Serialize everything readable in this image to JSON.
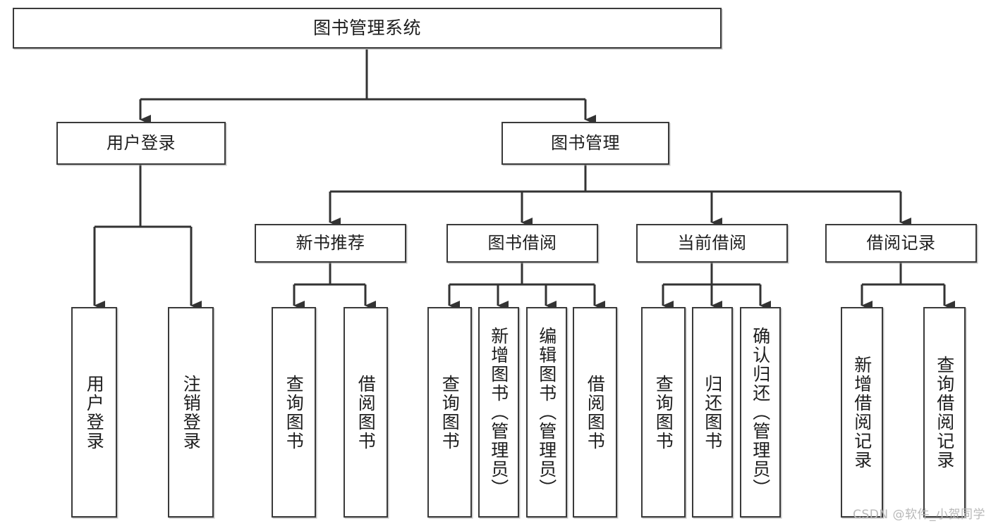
{
  "diagram": {
    "title": "图书管理系统",
    "type": "tree",
    "root": {
      "label": "图书管理系统"
    },
    "level1": [
      {
        "id": "user-login",
        "label": "用户登录"
      },
      {
        "id": "book-management",
        "label": "图书管理"
      }
    ],
    "level2": [
      {
        "id": "new-book-recommend",
        "label": "新书推荐",
        "parent": "book-management"
      },
      {
        "id": "book-borrow",
        "label": "图书借阅",
        "parent": "book-management"
      },
      {
        "id": "current-borrow",
        "label": "当前借阅",
        "parent": "book-management"
      },
      {
        "id": "borrow-record",
        "label": "借阅记录",
        "parent": "book-management"
      }
    ],
    "leaves": {
      "user-login": [
        {
          "id": "leaf-user-login",
          "label": "用户登录"
        },
        {
          "id": "leaf-user-logout",
          "label": "注销登录"
        }
      ],
      "new-book-recommend": [
        {
          "id": "leaf-query-book-1",
          "label": "查询图书"
        },
        {
          "id": "leaf-borrow-book-1",
          "label": "借阅图书"
        }
      ],
      "book-borrow": [
        {
          "id": "leaf-query-book-2",
          "label": "查询图书"
        },
        {
          "id": "leaf-add-book",
          "label": "新增图书（管理员）"
        },
        {
          "id": "leaf-edit-book",
          "label": "编辑图书（管理员）"
        },
        {
          "id": "leaf-borrow-book-2",
          "label": "借阅图书"
        }
      ],
      "current-borrow": [
        {
          "id": "leaf-query-book-3",
          "label": "查询图书"
        },
        {
          "id": "leaf-return-book",
          "label": "归还图书"
        },
        {
          "id": "leaf-confirm-return",
          "label": "确认归还（管理员）"
        }
      ],
      "borrow-record": [
        {
          "id": "leaf-add-record",
          "label": "新增借阅记录"
        },
        {
          "id": "leaf-query-record",
          "label": "查询借阅记录"
        }
      ]
    },
    "colors": {
      "box_border": "#3a3a3a",
      "box_fill": "#ffffff",
      "connector": "#333333",
      "text": "#1d1d1d",
      "watermark": "#b8b8b8",
      "background": "#ffffff"
    }
  },
  "watermark": {
    "text": "CSDN @软件_小贺同学"
  }
}
